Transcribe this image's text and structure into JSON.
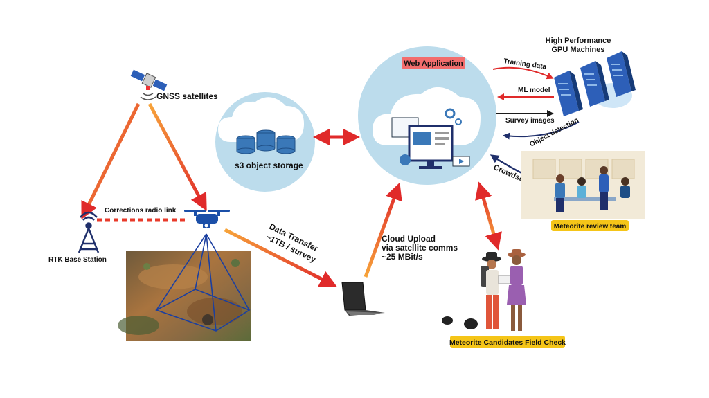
{
  "labels": {
    "gnss": "GNSS satellites",
    "corrections": "Corrections radio link",
    "rtk": "RTK Base Station",
    "s3": "s3 object storage",
    "data_transfer_1": "Data Transfer",
    "data_transfer_2": "~1TB / survey",
    "cloud_upload_1": "Cloud Upload",
    "cloud_upload_2": "via satellite comms",
    "cloud_upload_3": "~25 MBit/s",
    "web_app": "Web Application",
    "gpu_1": "High Performance",
    "gpu_2": "GPU Machines",
    "training_data": "Training data",
    "ml_model": "ML model",
    "survey_images": "Survey images",
    "object_detection": "Object detection",
    "crowdsourcing": "Crowdsourcing",
    "review_team": "Meteorite review team",
    "field_check": "Meteorite Candidates Field Check"
  },
  "colors": {
    "arrow_red": "#e8302a",
    "arrow_orange": "#f28a24",
    "arrow_navy": "#1f2f6b",
    "bubble": "#bcdcec",
    "web_tag": "#f26d6d",
    "yellow_tag": "#f5c518",
    "drone_blue": "#1b4fa8"
  }
}
